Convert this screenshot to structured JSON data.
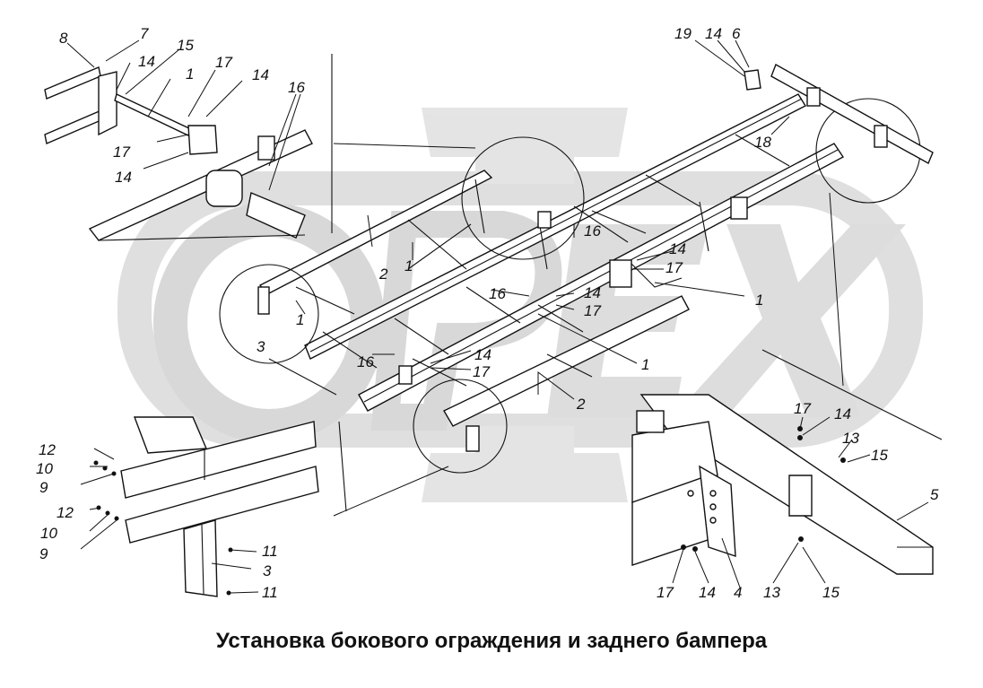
{
  "caption": "Установка бокового ограждения и заднего бампера",
  "watermark": {
    "text": "OPEX",
    "color": "#d8d8d8"
  },
  "callouts": [
    {
      "id": "c8a",
      "text": "8"
    },
    {
      "id": "c7",
      "text": "7"
    },
    {
      "id": "c15a",
      "text": "15"
    },
    {
      "id": "c14a",
      "text": "14"
    },
    {
      "id": "c1a",
      "text": "1"
    },
    {
      "id": "c17a",
      "text": "17"
    },
    {
      "id": "c14b",
      "text": "14"
    },
    {
      "id": "c17b",
      "text": "17"
    },
    {
      "id": "c14c",
      "text": "14"
    },
    {
      "id": "c16a",
      "text": "16"
    },
    {
      "id": "c19",
      "text": "19"
    },
    {
      "id": "c14d",
      "text": "14"
    },
    {
      "id": "c6",
      "text": "6"
    },
    {
      "id": "c18",
      "text": "18"
    },
    {
      "id": "c2a",
      "text": "2"
    },
    {
      "id": "c1b",
      "text": "1"
    },
    {
      "id": "c16b",
      "text": "16"
    },
    {
      "id": "c14e",
      "text": "14"
    },
    {
      "id": "c17c",
      "text": "17"
    },
    {
      "id": "c1c",
      "text": "1"
    },
    {
      "id": "c16c",
      "text": "16"
    },
    {
      "id": "c14f",
      "text": "14"
    },
    {
      "id": "c17d",
      "text": "17"
    },
    {
      "id": "c1d",
      "text": "1"
    },
    {
      "id": "c3a",
      "text": "3"
    },
    {
      "id": "c16d",
      "text": "16"
    },
    {
      "id": "c14g",
      "text": "14"
    },
    {
      "id": "c17e",
      "text": "17"
    },
    {
      "id": "c1e",
      "text": "1"
    },
    {
      "id": "c2b",
      "text": "2"
    },
    {
      "id": "c17f",
      "text": "17"
    },
    {
      "id": "c14h",
      "text": "14"
    },
    {
      "id": "c13a",
      "text": "13"
    },
    {
      "id": "c15b",
      "text": "15"
    },
    {
      "id": "c5",
      "text": "5"
    },
    {
      "id": "c12a",
      "text": "12"
    },
    {
      "id": "c10a",
      "text": "10"
    },
    {
      "id": "c9a",
      "text": "9"
    },
    {
      "id": "c12b",
      "text": "12"
    },
    {
      "id": "c10b",
      "text": "10"
    },
    {
      "id": "c9b",
      "text": "9"
    },
    {
      "id": "c11a",
      "text": "11"
    },
    {
      "id": "c3b",
      "text": "3"
    },
    {
      "id": "c11b",
      "text": "11"
    },
    {
      "id": "c17g",
      "text": "17"
    },
    {
      "id": "c14i",
      "text": "14"
    },
    {
      "id": "c4",
      "text": "4"
    },
    {
      "id": "c13b",
      "text": "13"
    },
    {
      "id": "c15c",
      "text": "15"
    }
  ]
}
